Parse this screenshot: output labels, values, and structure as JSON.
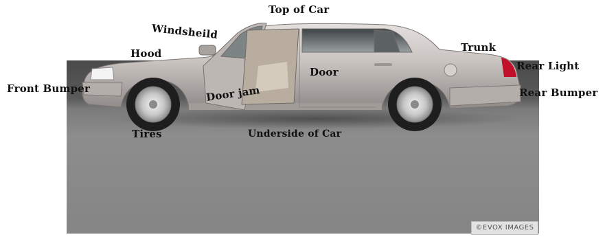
{
  "labels": {
    "top_of_car": "Top of Car",
    "windsheild": "Windsheild",
    "hood": "Hood",
    "trunk": "Trunk",
    "rear_light": "Rear Light",
    "front_bumper": "Front Bumper",
    "door": "Door",
    "rear_bumper": "Rear Bumper",
    "door_jam": "Door jam",
    "tires": "Tires",
    "underside_of_car": "Underside of Car"
  },
  "watermark": {
    "text": "©EVOX IMAGES"
  },
  "colors": {
    "car_body": "#c9c3c0",
    "background_photo": "#858585",
    "tail_light": "#c0102a",
    "label_text": "#111111"
  }
}
